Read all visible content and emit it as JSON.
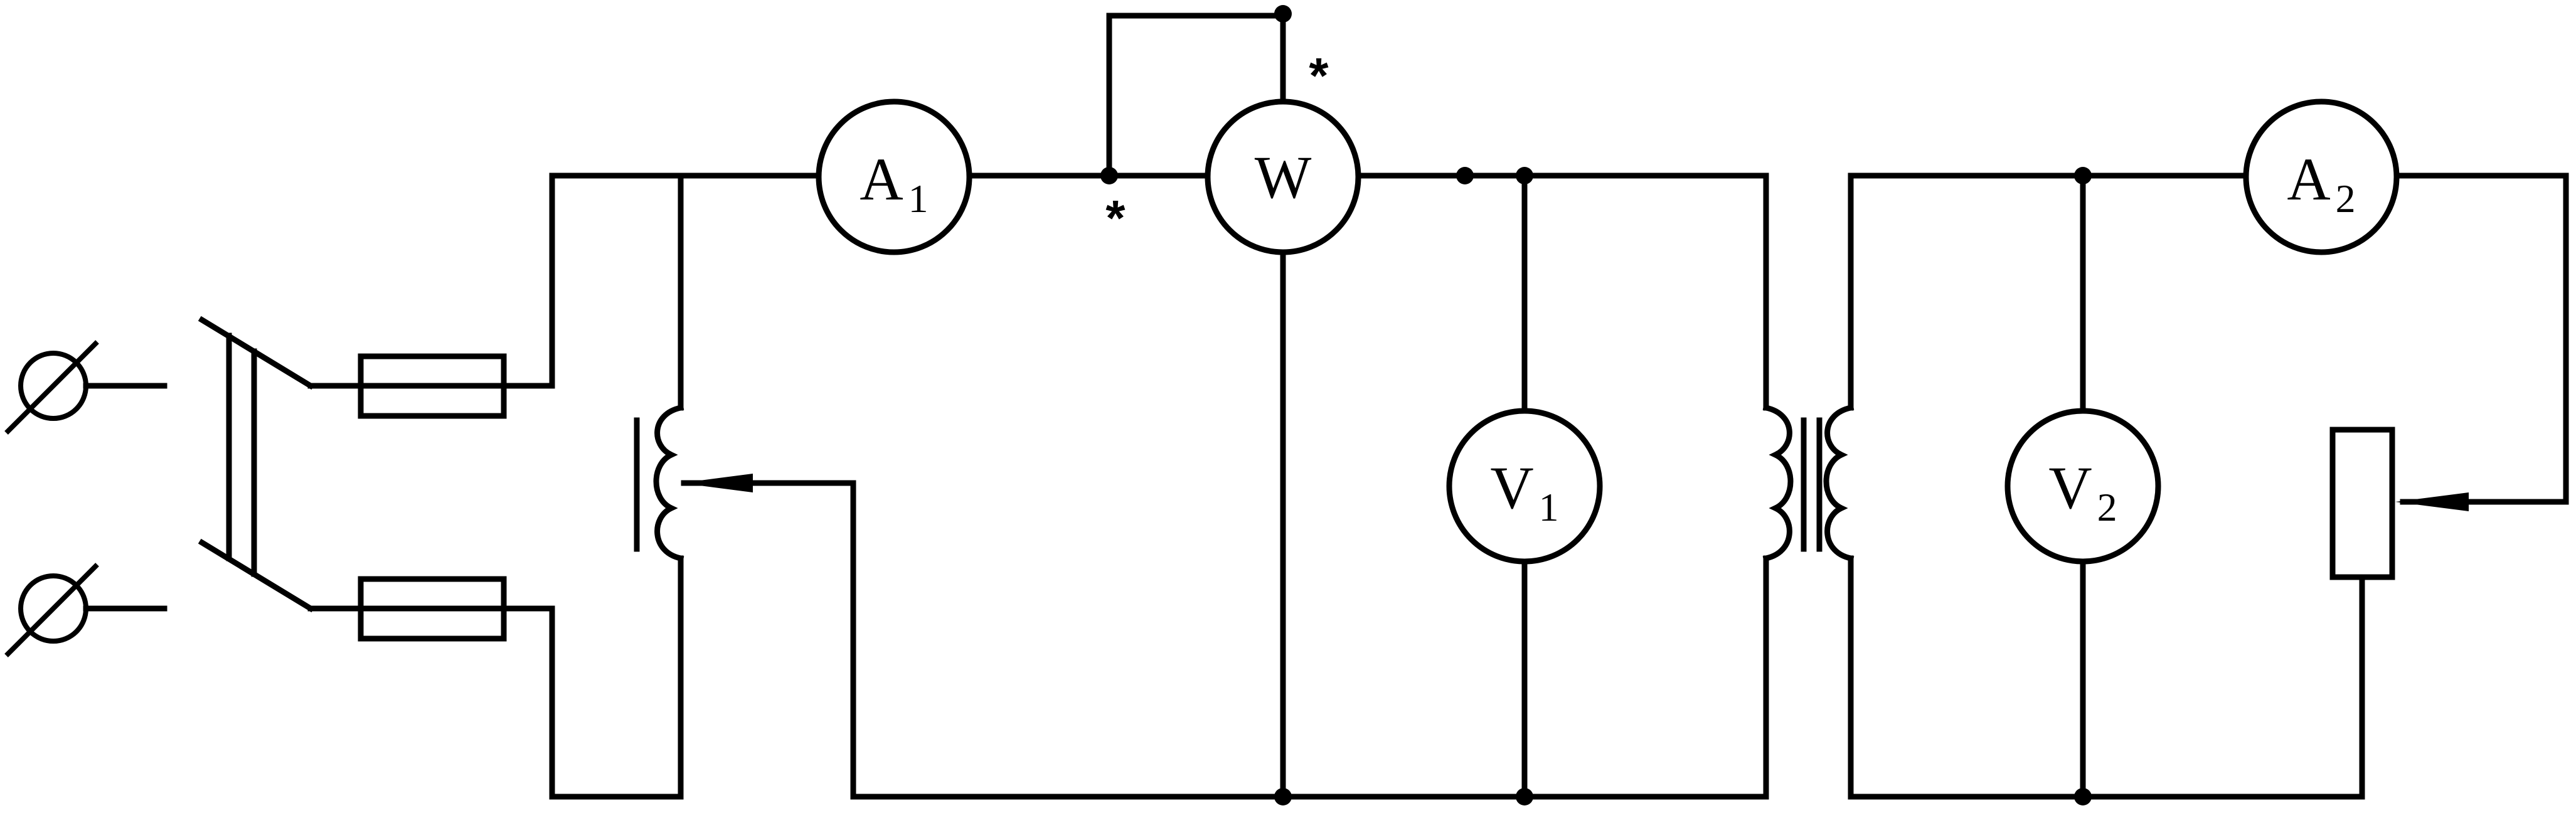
{
  "meters": {
    "a1": {
      "main": "A",
      "sub": "1"
    },
    "w": {
      "main": "W"
    },
    "v1": {
      "main": "V",
      "sub": "1"
    },
    "v2": {
      "main": "V",
      "sub": "2"
    },
    "a2": {
      "main": "A",
      "sub": "2"
    }
  },
  "markers": {
    "current_star": "*",
    "voltage_star": "*"
  }
}
